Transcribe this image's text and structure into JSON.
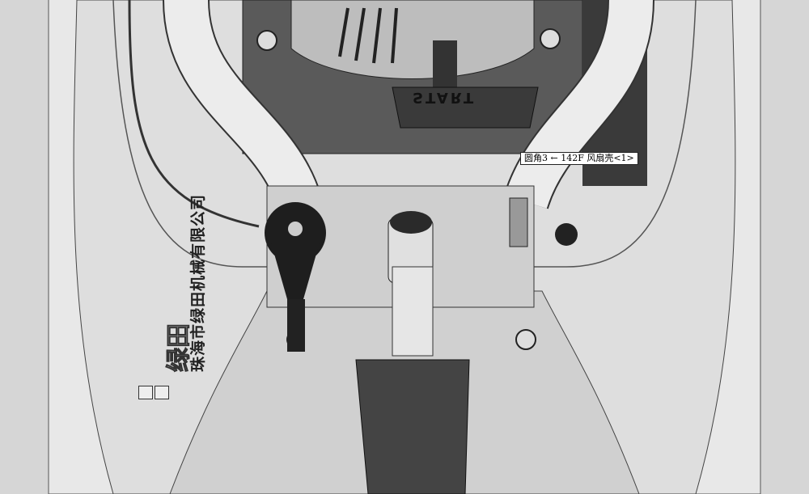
{
  "tooltip": {
    "text": "圆角3 ← 142F 风扇壳<1>"
  },
  "labels": {
    "company": "珠海市绿田机械有限公司",
    "logo": "绿田",
    "start_handle": "START"
  },
  "colors": {
    "background": "#d6d6d6",
    "dark_part": "#3a3a3a",
    "frame": "#ececec"
  }
}
